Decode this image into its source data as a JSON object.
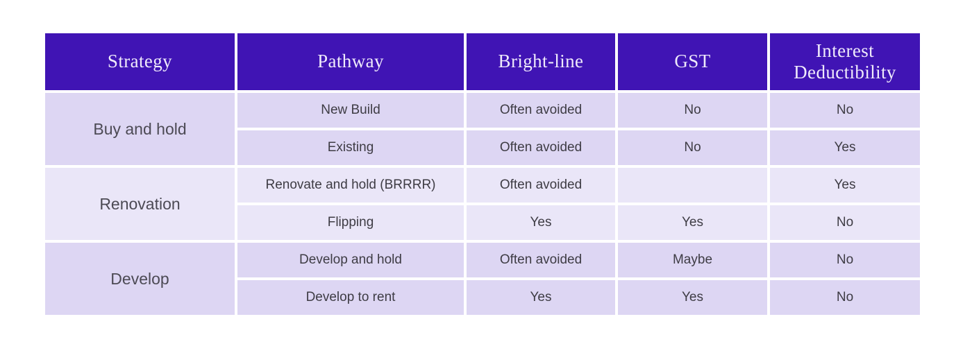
{
  "chart_data": {
    "type": "table",
    "columns": [
      "Strategy",
      "Pathway",
      "Bright-line",
      "GST",
      "Interest Deductibility"
    ],
    "groups": [
      {
        "strategy": "Buy and hold",
        "shade": "dark",
        "rows": [
          {
            "pathway": "New Build",
            "bright_line": "Often avoided",
            "gst": "No",
            "interest_deductibility": "No"
          },
          {
            "pathway": "Existing",
            "bright_line": "Often avoided",
            "gst": "No",
            "interest_deductibility": "Yes"
          }
        ]
      },
      {
        "strategy": "Renovation",
        "shade": "light",
        "rows": [
          {
            "pathway": "Renovate and hold (BRRRR)",
            "bright_line": "Often avoided",
            "gst": "",
            "interest_deductibility": "Yes"
          },
          {
            "pathway": "Flipping",
            "bright_line": "Yes",
            "gst": "Yes",
            "interest_deductibility": "No"
          }
        ]
      },
      {
        "strategy": "Develop",
        "shade": "dark",
        "rows": [
          {
            "pathway": "Develop and hold",
            "bright_line": "Often avoided",
            "gst": "Maybe",
            "interest_deductibility": "No"
          },
          {
            "pathway": "Develop to rent",
            "bright_line": "Yes",
            "gst": "Yes",
            "interest_deductibility": "No"
          }
        ]
      }
    ],
    "layout": {
      "gridlines": "white 4px gutters between cells",
      "header_position": "top"
    },
    "colors": {
      "header_bg": "#4014B4",
      "header_text": "#EFEAFB",
      "group_dark_bg": "#DDD6F3",
      "group_light_bg": "#EAE6F8",
      "body_text": "#3E3C44",
      "page_bg": "#FFFFFF"
    }
  }
}
